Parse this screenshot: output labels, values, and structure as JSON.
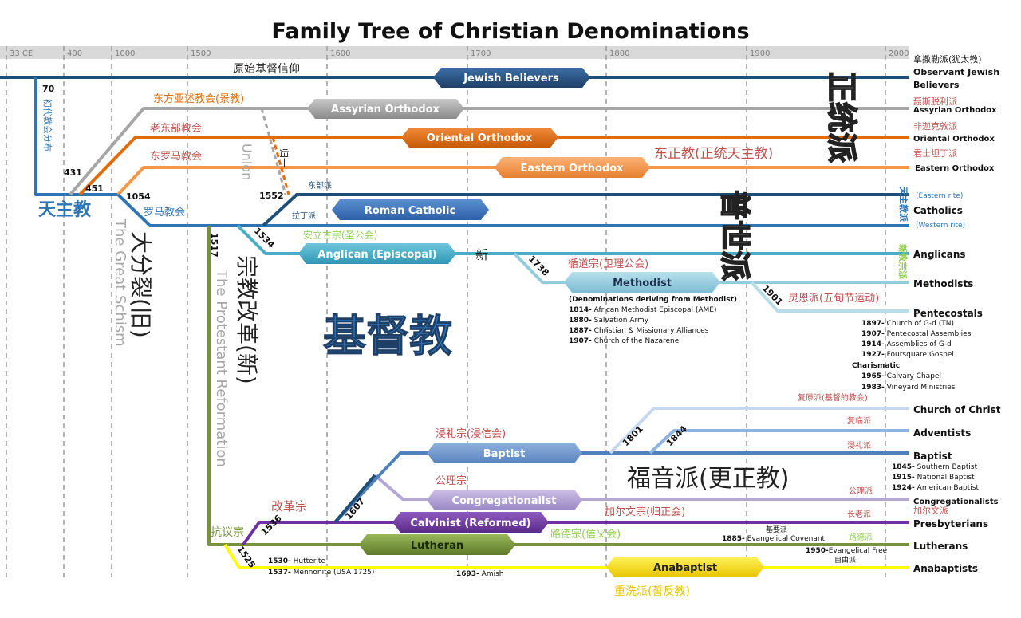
{
  "title": "Family Tree of Christian Denominations",
  "era_labels": [
    "33 CE",
    "400",
    "1000",
    "1500",
    "1600",
    "1700",
    "1800",
    "1900",
    "2000"
  ],
  "colors": {
    "jewish": "#1f4e79",
    "catholic_root": "#2e75b6",
    "assyrian": "#a6a6a6",
    "oriental": "#e36c09",
    "eastern": "#f79646",
    "roman": "#2f5597",
    "anglican": "#4bacc6",
    "methodist": "#92cddc",
    "protestant": "#70ad47",
    "baptist": "#4f81bd",
    "congregational": "#b4a7d6",
    "calvinist": "#7030a0",
    "lutheran": "#77933c",
    "anabaptist": "#ffff00",
    "red_label": "#c0504d",
    "green_label": "#92d050"
  },
  "root_labels": {
    "early_faith": "原始基督信仰",
    "early_church": "初代教会分布",
    "catholic": "天主教",
    "great_schism_cn": "大分裂(旧)",
    "great_schism_en": "The Great Schism",
    "reformation_cn": "宗教改革(新)",
    "reformation_en": "The Protestant Reformation",
    "christianity": "基督教",
    "union": "Union",
    "reunion": "归一",
    "orthodox_vertical": "正统派",
    "ecumenical_vertical": "普世派",
    "evangelical": "福音派(更正教)",
    "protest": "抗议宗",
    "reformed": "改革宗",
    "new_mark": "新"
  },
  "years": {
    "y70": "70",
    "y431": "431",
    "y451": "451",
    "y1054": "1054",
    "y1552": "1552",
    "y1517": "1517",
    "y1534": "1534",
    "y1738": "1738",
    "y1901": "1901",
    "y1801": "1801",
    "y1844": "1844",
    "y1607": "1607",
    "y1536": "1536",
    "y1525": "1525"
  },
  "branches": {
    "jewish": "Jewish Believers",
    "assyrian": "Assyrian Orthodox",
    "oriental": "Oriental Orthodox",
    "eastern": "Eastern Orthodox",
    "roman": "Roman Catholic",
    "anglican": "Anglican (Episcopal)",
    "methodist": "Methodist",
    "baptist": "Baptist",
    "congregational": "Congregationalist",
    "calvinist": "Calvinist (Reformed)",
    "lutheran": "Lutheran",
    "anabaptist": "Anabaptist"
  },
  "cn_labels": {
    "assyrian": "东方亚述教会(景教)",
    "oriental_old": "老东部教会",
    "eastern_roman": "东罗马教会",
    "eastern_orthodox": "东正教(正统天主教)",
    "roman": "罗马教会",
    "eastern_rite": "东部派",
    "latin": "拉丁派",
    "anglican": "安立甘宗(圣公会)",
    "methodist": "循道宗(卫理公会)",
    "pentecostal": "灵恩派(五旬节运动)",
    "baptist": "浸礼宗(浸信会)",
    "congregational": "公理宗",
    "calvinist": "加尔文宗(归正会)",
    "lutheran": "路德宗(信义会)",
    "anabaptist": "重洗派(誓反教)",
    "restoration": "复原派(基督的教会)",
    "adventist": "复临派",
    "baptist_r": "浸礼派",
    "congregational_r": "公理派",
    "presbyterian_r": "长老派",
    "calvinist_r": "加尔文派",
    "lutheran_r": "路德派",
    "covenant": "基要派",
    "free": "自由派",
    "catholic_vertical": "天主教派",
    "protestant_vertical": "新教宗派"
  },
  "right_labels": {
    "nazarene_cn": "拿撒勒派(犹太教)",
    "observant": "Observant Jewish",
    "believers": "Believers",
    "nestorian_cn": "聂斯脱利派",
    "assyrian": "Assyrian Orthodox",
    "miaphysite_cn": "非迦克敦派",
    "oriental": "Oriental Orthodox",
    "constantinople_cn": "君士坦丁派",
    "eastern": "Eastern Orthodox",
    "eastern_rite": "(Eastern rite)",
    "catholics": "Catholics",
    "western_rite": "(Western rite)",
    "anglicans": "Anglicans",
    "methodists": "Methodists",
    "pentecostals": "Pentecostals",
    "church_of_christ": "Church of Christ",
    "adventists": "Adventists",
    "baptist": "Baptist",
    "congregationalists": "Congregationalists",
    "presbyterians": "Presbyterians",
    "lutherans": "Lutherans",
    "anabaptists": "Anabaptists"
  },
  "methodist_notes": {
    "header": "(Denominations deriving from Methodist)",
    "items": [
      {
        "year": "1814-",
        "name": " African Methodist Episcopal (AME)"
      },
      {
        "year": "1880-",
        "name": " Salvation Army"
      },
      {
        "year": "1887-",
        "name": " Christian & Missionary Alliances"
      },
      {
        "year": "1907-",
        "name": " Church of the Nazarene"
      }
    ]
  },
  "pentecostal_notes": {
    "items": [
      {
        "year": "1897-",
        "name": " Church of G-d (TN)"
      },
      {
        "year": "1907-",
        "name": " Pentecostal Assemblies"
      },
      {
        "year": "1914-",
        "name": " Assemblies of G-d"
      },
      {
        "year": "1927-",
        "name": " Foursquare Gospel"
      }
    ],
    "charismatic": "Charismatic",
    "charismatic_items": [
      {
        "year": "1965-",
        "name": " Calvary Chapel"
      },
      {
        "year": "1983-",
        "name": " Vineyard Ministries"
      }
    ]
  },
  "baptist_notes": [
    {
      "year": "1845-",
      "name": " Southern Baptist"
    },
    {
      "year": "1915-",
      "name": " National Baptist"
    },
    {
      "year": "1924-",
      "name": " American Baptist"
    }
  ],
  "misc_notes": {
    "covenant": {
      "year": "1885-",
      "name": " Evangelical Covenant"
    },
    "free": {
      "year": "1950-",
      "name": "Evangelical Free"
    },
    "hutterite": {
      "year": "1530-",
      "name": " Hutterite"
    },
    "mennonite": {
      "year": "1537-",
      "name": " Mennonite  (USA 1725)"
    },
    "amish": {
      "year": "1693-",
      "name": " Amish"
    }
  }
}
